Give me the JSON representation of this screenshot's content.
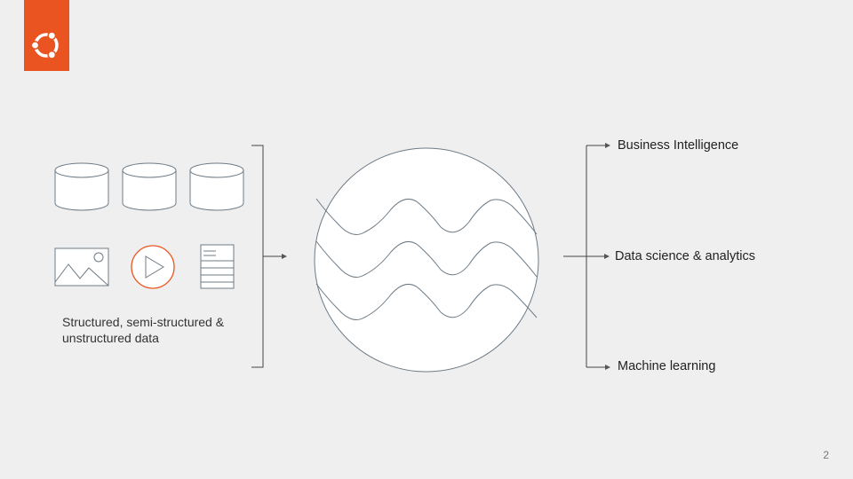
{
  "caption": {
    "line1": "Structured, semi-structured &",
    "line2": "unstructured data"
  },
  "outputs": [
    {
      "label": "Business Intelligence"
    },
    {
      "label": "Data science & analytics"
    },
    {
      "label": "Machine learning"
    }
  ],
  "page_number": "2",
  "colors": {
    "brand": "#e95420",
    "stroke": "#6d7b87",
    "background": "#efefef"
  },
  "icons": {
    "logo": "ubuntu-circle-of-friends-icon",
    "sources": [
      "database-icon",
      "database-icon",
      "database-icon",
      "image-icon",
      "video-play-icon",
      "document-icon"
    ],
    "lake": "data-lake-waves-icon"
  }
}
